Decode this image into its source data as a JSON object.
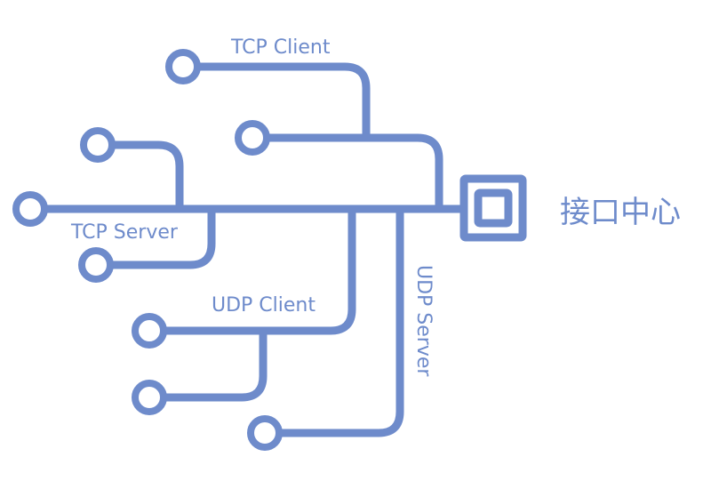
{
  "diagram": {
    "title": "接口中心",
    "accent_color": "#6e8bcb",
    "hub": {
      "label": "接口中心",
      "icon": "square-hub-icon"
    },
    "groups": [
      {
        "label": "TCP Client",
        "node_count": 2
      },
      {
        "label": "TCP Server",
        "node_count": 3
      },
      {
        "label": "UDP Client",
        "node_count": 2
      },
      {
        "label": "UDP Server",
        "node_count": 1
      }
    ]
  }
}
